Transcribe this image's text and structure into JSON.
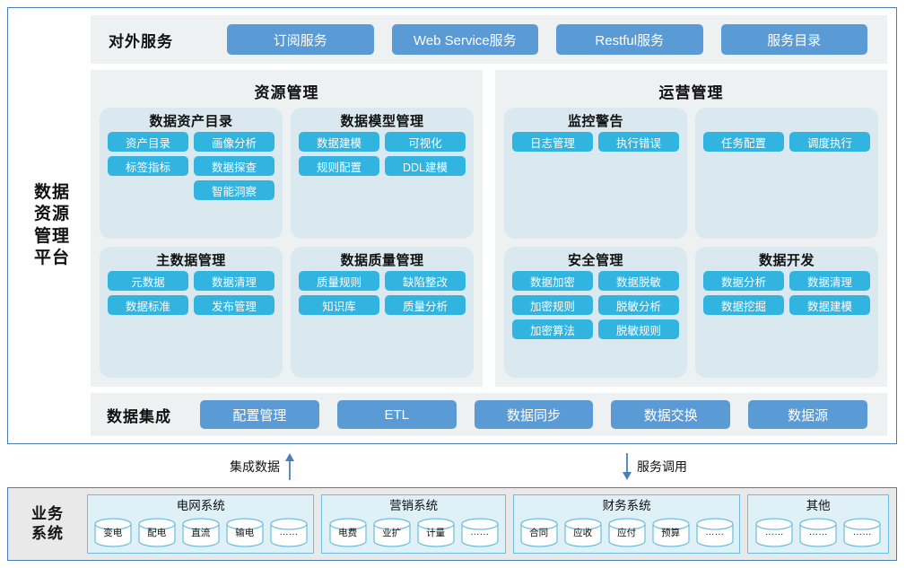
{
  "platform": {
    "title": "数据\n资源\n管理\n平台",
    "title_lines": [
      "数据",
      "资源",
      "管理",
      "平台"
    ],
    "services": {
      "label": "对外服务",
      "items": [
        "订阅服务",
        "Web Service服务",
        "Restful服务",
        "服务目录"
      ]
    },
    "integration": {
      "label": "数据集成",
      "items": [
        "配置管理",
        "ETL",
        "数据同步",
        "数据交换",
        "数据源"
      ]
    },
    "domains": [
      {
        "title": "资源管理",
        "groups": [
          {
            "title": "数据资产目录",
            "tags": [
              "资产目录",
              "画像分析",
              "标签指标",
              "数据探查",
              "",
              "智能洞察"
            ]
          },
          {
            "title": "数据模型管理",
            "tags": [
              "数据建模",
              "可视化",
              "规则配置",
              "DDL建模"
            ]
          },
          {
            "title": "主数据管理",
            "tags": [
              "元数据",
              "数据清理",
              "数据标准",
              "发布管理"
            ]
          },
          {
            "title": "数据质量管理",
            "tags": [
              "质量规则",
              "缺陷整改",
              "知识库",
              "质量分析"
            ]
          }
        ]
      },
      {
        "title": "运营管理",
        "groups": [
          {
            "title": "监控警告",
            "tags": [
              "日志管理",
              "执行错误"
            ]
          },
          {
            "title": "",
            "tags": [
              "任务配置",
              "调度执行"
            ]
          },
          {
            "title": "安全管理",
            "tags": [
              "数据加密",
              "数据脱敏",
              "加密规则",
              "脱敏分析",
              "加密算法",
              "脱敏规则"
            ]
          },
          {
            "title": "数据开发",
            "tags": [
              "数据分析",
              "数据清理",
              "数据挖掘",
              "数据建模"
            ]
          }
        ]
      }
    ]
  },
  "arrows": [
    {
      "label": "集成数据",
      "direction": "up"
    },
    {
      "label": "服务调用",
      "direction": "down"
    }
  ],
  "business": {
    "title_lines": [
      "业务",
      "系统"
    ],
    "systems": [
      {
        "title": "电网系统",
        "nodes": [
          "变电",
          "配电",
          "直流",
          "输电",
          "……"
        ]
      },
      {
        "title": "营销系统",
        "nodes": [
          "电费",
          "业扩",
          "计量",
          "……"
        ]
      },
      {
        "title": "财务系统",
        "nodes": [
          "合同",
          "应收",
          "应付",
          "预算",
          "……"
        ]
      },
      {
        "title": "其他",
        "nodes": [
          "……",
          "……",
          "……"
        ]
      }
    ]
  },
  "colors": {
    "outer_border": "#4A7EBB",
    "strip_bg": "#eef1f2",
    "pill_blue": "#5B9BD5",
    "group_bg": "#dae9ef",
    "tag_cyan": "#32B4E0",
    "business_bg": "#e9e9e9",
    "sys_box_bg": "#dff0f7",
    "sys_box_border": "#6BBFE0"
  }
}
